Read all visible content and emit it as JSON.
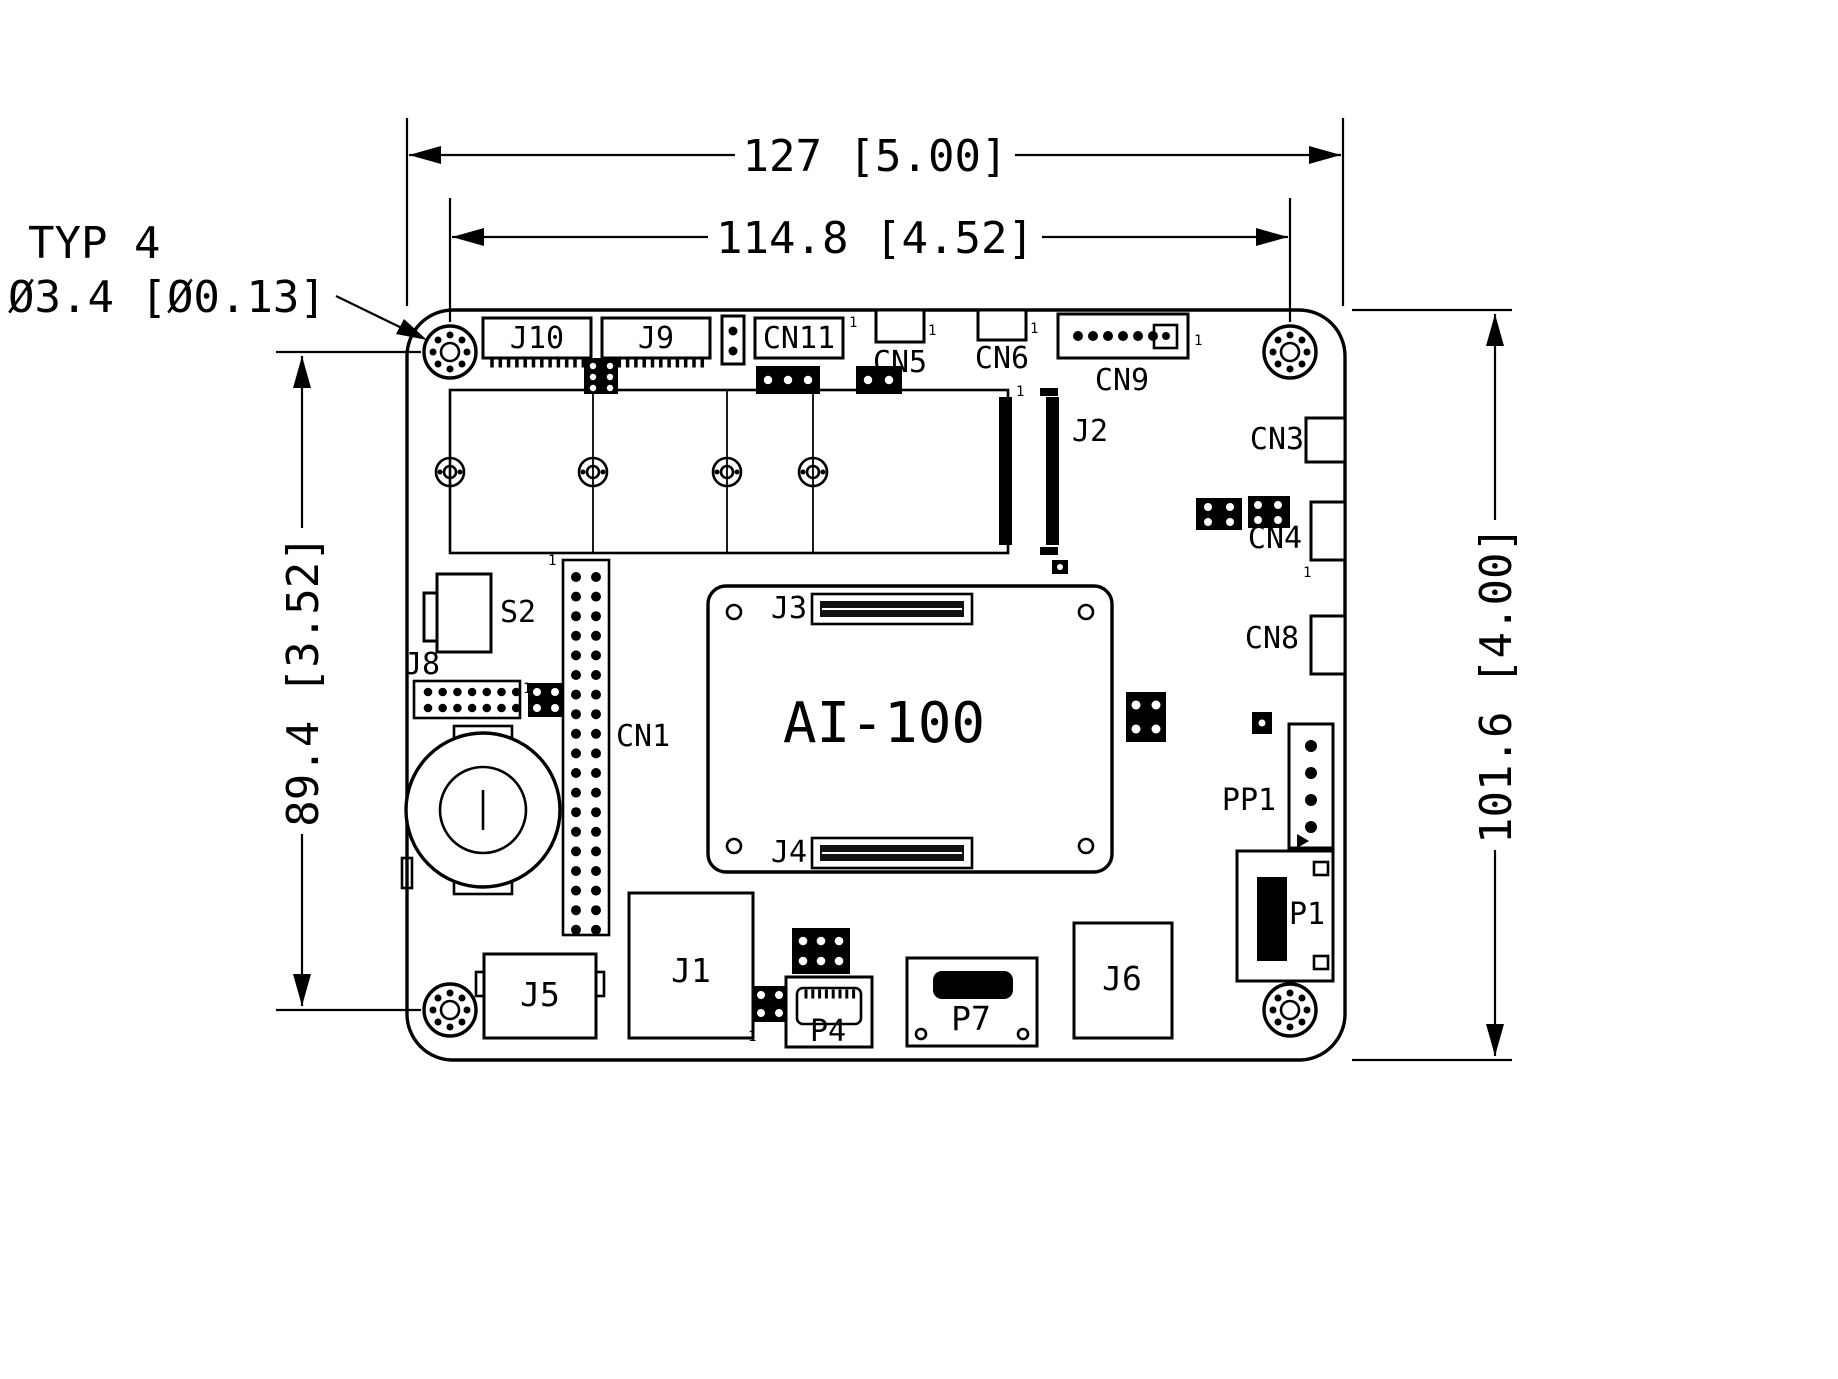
{
  "drawing": {
    "dim_width_outer": "127 [5.00]",
    "dim_width_inner": "114.8 [4.52]",
    "dim_height_left": "89.4 [3.52]",
    "dim_height_right": "101.6 [4.00]",
    "hole_note_line1": "TYP 4",
    "hole_note_line2": "Ø3.4 [Ø0.13]",
    "pin1": "1"
  },
  "labels": {
    "j10": "J10",
    "j9": "J9",
    "cn11": "CN11",
    "cn5": "CN5",
    "cn6": "CN6",
    "cn9": "CN9",
    "j2": "J2",
    "cn3": "CN3",
    "cn4": "CN4",
    "cn8": "CN8",
    "s2": "S2",
    "j8": "J8",
    "cn1": "CN1",
    "module": "AI-100",
    "j3": "J3",
    "j4": "J4",
    "pp1": "PP1",
    "p1": "P1",
    "j5": "J5",
    "j1": "J1",
    "p4": "P4",
    "p7": "P7",
    "j6": "J6"
  },
  "colors": {
    "line": "#000000",
    "background": "#ffffff"
  }
}
